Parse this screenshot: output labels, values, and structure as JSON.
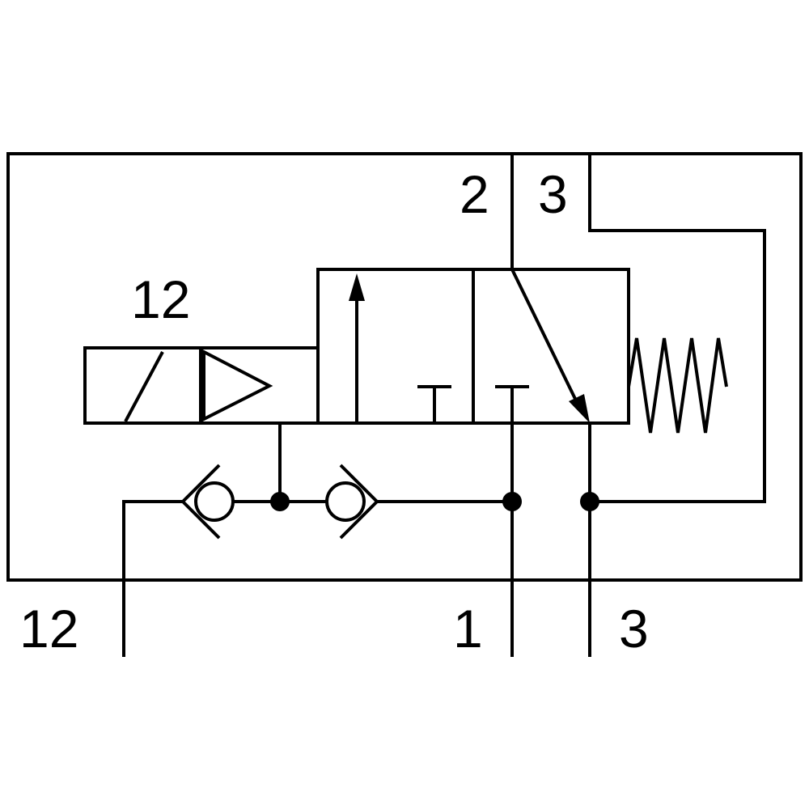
{
  "labels": {
    "port_2": "2",
    "port_3_top": "3",
    "pilot_12_top": "12",
    "pilot_12_bottom": "12",
    "port_1": "1",
    "port_3_bottom": "3"
  },
  "colors": {
    "stroke": "#000000",
    "background": "#ffffff"
  }
}
